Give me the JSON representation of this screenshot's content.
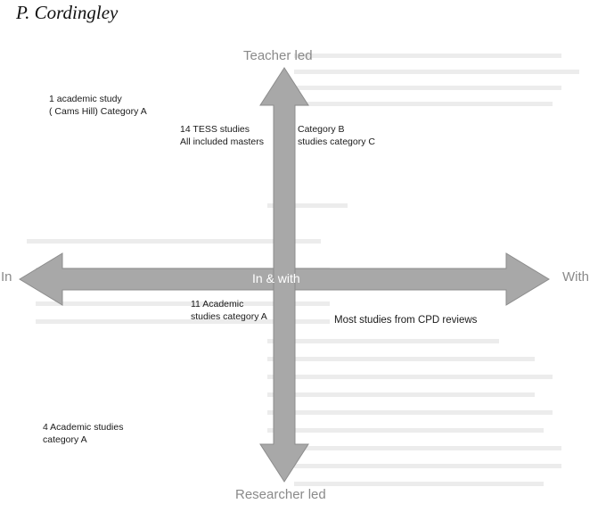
{
  "header": {
    "author": "P. Cordingley"
  },
  "axes": {
    "top": "Teacher led",
    "bottom": "Researcher led",
    "left": "In",
    "right": "With",
    "center": "In & with"
  },
  "quadrant_labels": {
    "top_left": [
      "1 academic study",
      "( Cams Hill) Category A"
    ],
    "top_center_left": [
      "14 TESS studies",
      "All included masters"
    ],
    "top_center_right": [
      "Category B",
      "studies category C"
    ],
    "middle_left": [
      "11 Academic",
      "studies category A"
    ],
    "middle_right": "Most studies from CPD reviews",
    "bottom_left": [
      "4  Academic studies",
      "category  A"
    ]
  },
  "colors": {
    "arrow_fill": "#a8a8a8",
    "arrow_stroke": "#8c8c8c"
  }
}
